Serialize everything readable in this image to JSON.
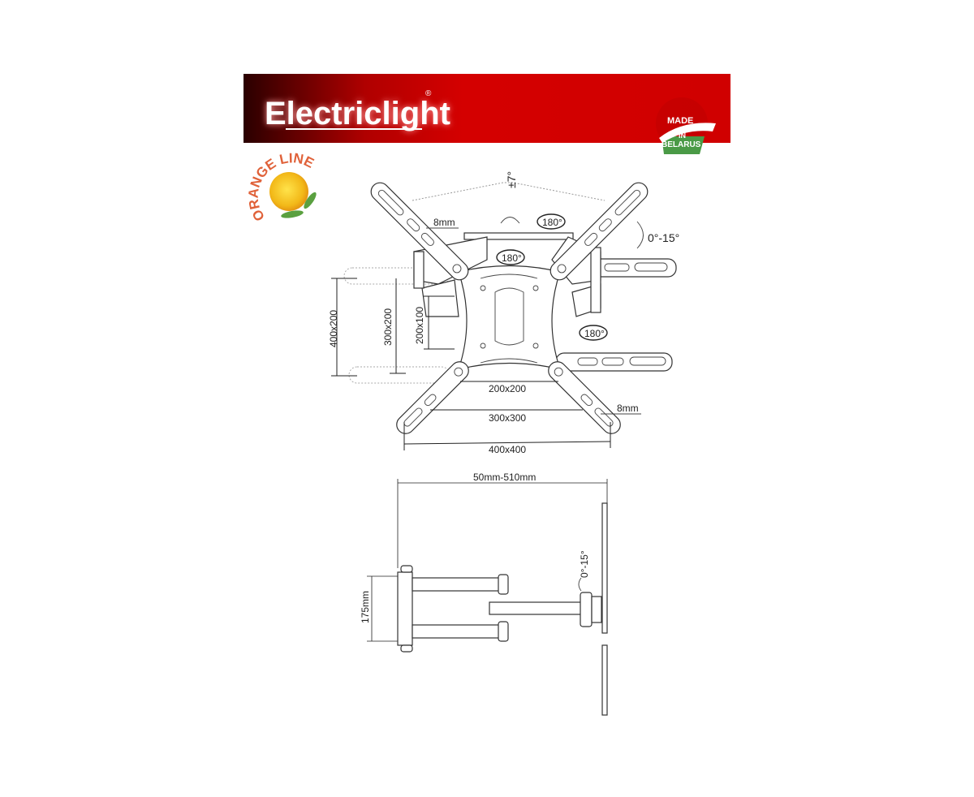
{
  "header": {
    "brand": "Electriclight",
    "registered": "®",
    "badge": {
      "line1": "MADE",
      "line2": "IN",
      "line3": "BELARUS"
    },
    "colors": {
      "banner_red": "#d40000",
      "banner_dark": "#2a0000",
      "badge_green": "#4a9a46"
    }
  },
  "orange_line_logo": "ORANGE LINE",
  "front_view": {
    "swivel": "±7°",
    "tilt": "0°-15°",
    "rotation": [
      "180°",
      "180°",
      "180°"
    ],
    "arm_thickness_top": "8mm",
    "arm_thickness_bottom": "8mm",
    "vesa_vertical": [
      "400x200",
      "300x200",
      "200x100"
    ],
    "vesa_horizontal": [
      "200x200",
      "300x300",
      "400x400"
    ]
  },
  "side_view": {
    "extension": "50mm-510mm",
    "height": "175mm",
    "tilt": "0°-15°"
  }
}
